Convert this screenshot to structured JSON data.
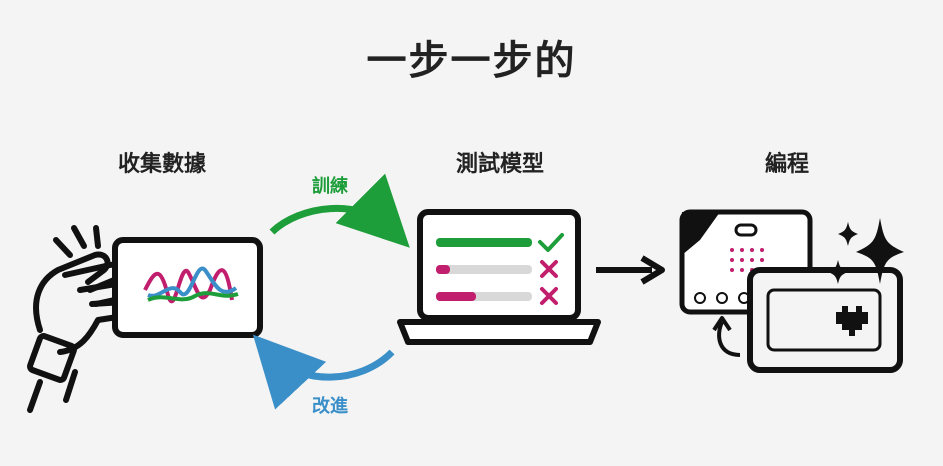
{
  "title": "一步一步的",
  "steps": {
    "collect": "收集數據",
    "test": "測試模型",
    "code": "編程"
  },
  "arrows": {
    "train": "訓練",
    "improve": "改進"
  },
  "colors": {
    "train": "#1e9e3a",
    "improve": "#3a8fc8",
    "accent_pink": "#c21e6e",
    "outline": "#111111"
  },
  "icons": [
    "clapping-hands-icon",
    "waveform-screen-icon",
    "laptop-results-icon",
    "microbit-icon",
    "sparkle-icon"
  ]
}
